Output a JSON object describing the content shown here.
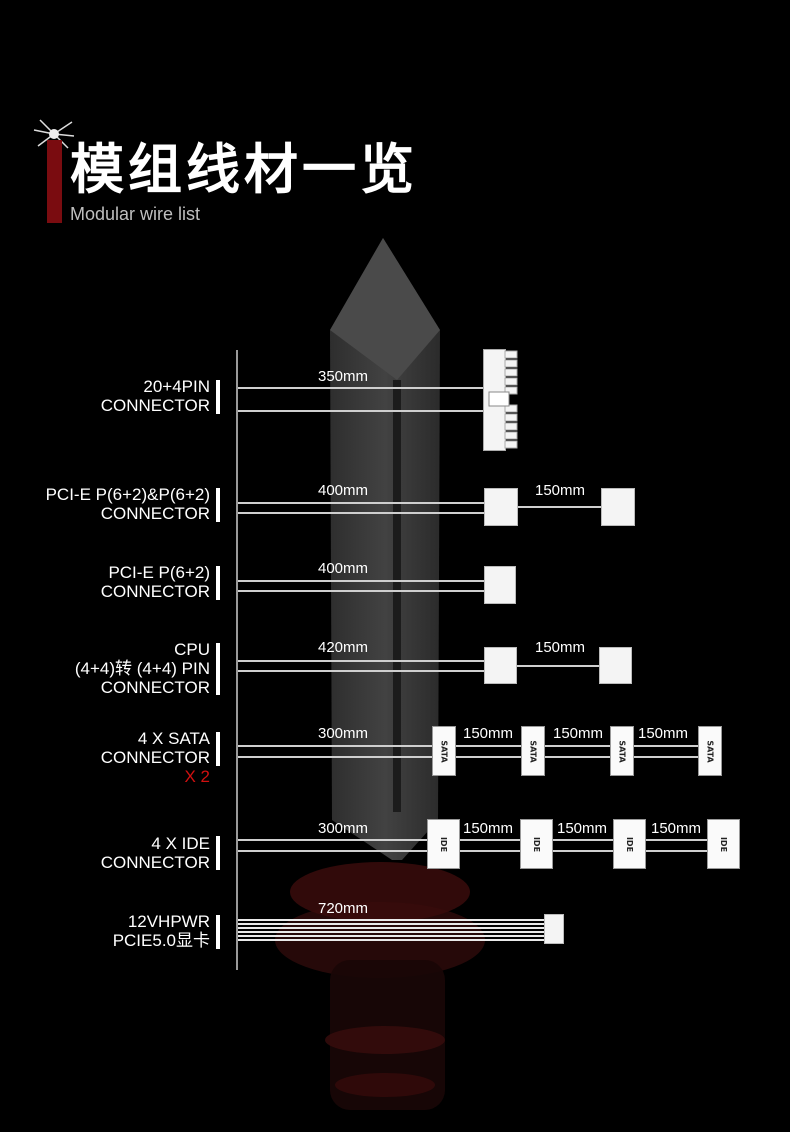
{
  "header": {
    "title": "模组线材一览",
    "subtitle": "Modular wire list"
  },
  "rows": [
    {
      "label_lines": [
        "20+4PIN",
        "CONNECTOR"
      ],
      "lengths": [
        "350mm"
      ]
    },
    {
      "label_lines": [
        "PCI-E P(6+2)&P(6+2)",
        "CONNECTOR"
      ],
      "lengths": [
        "400mm",
        "150mm"
      ]
    },
    {
      "label_lines": [
        "PCI-E P(6+2)",
        "CONNECTOR"
      ],
      "lengths": [
        "400mm"
      ]
    },
    {
      "label_lines": [
        "CPU",
        "(4+4)转 (4+4) PIN",
        "CONNECTOR"
      ],
      "lengths": [
        "420mm",
        "150mm"
      ]
    },
    {
      "label_lines": [
        "4 X SATA",
        "CONNECTOR"
      ],
      "extra": "X 2",
      "lengths": [
        "300mm",
        "150mm",
        "150mm",
        "150mm"
      ],
      "connector_text": "SATA"
    },
    {
      "label_lines": [
        "4 X IDE",
        "CONNECTOR"
      ],
      "lengths": [
        "300mm",
        "150mm",
        "150mm",
        "150mm"
      ],
      "connector_text": "IDE"
    },
    {
      "label_lines": [
        "12VHPWR",
        "PCIE5.0显卡"
      ],
      "lengths": [
        "720mm"
      ]
    }
  ],
  "colors": {
    "background": "#000000",
    "accent_red": "#d01010",
    "bar_red": "#7a0c10",
    "sword": "#3a3a3a"
  }
}
